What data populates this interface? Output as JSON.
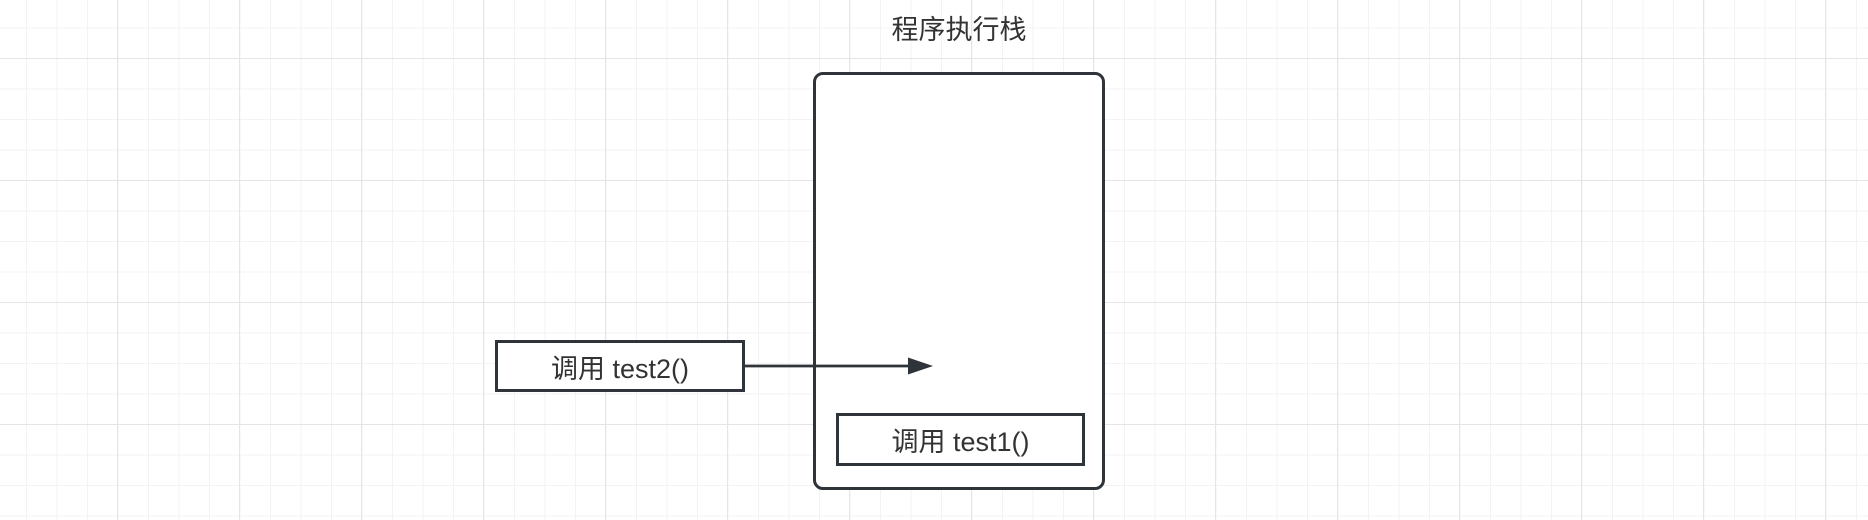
{
  "canvas": {
    "background_color": "#ffffff",
    "grid_minor_color": "#f3f3f3",
    "grid_major_color": "#e5e5e5"
  },
  "colors": {
    "shape_stroke": "#2f343a",
    "shape_fill": "#ffffff",
    "text": "#333333"
  },
  "diagram": {
    "stack_title": "程序执行栈",
    "stack_frames": [
      {
        "label": "调用 test1()"
      }
    ],
    "pending_call": {
      "label": "调用 test2()"
    },
    "arrow": {
      "name": "arrow-right",
      "direction": "right"
    }
  }
}
